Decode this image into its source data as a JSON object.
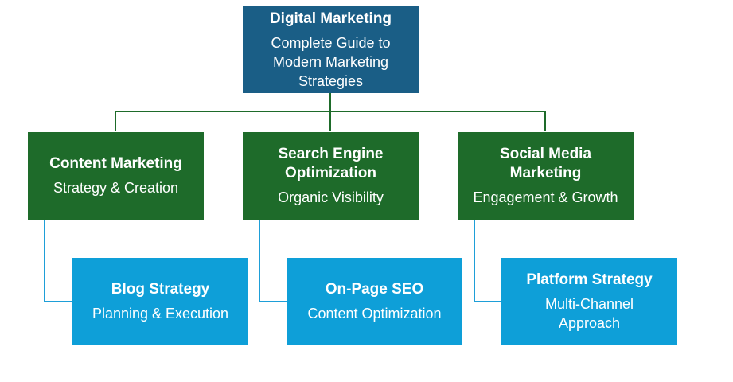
{
  "colors": {
    "root": "#1A5E86",
    "level1": "#1E6B2A",
    "level2": "#0E9FD8",
    "connector_top": "#1E6B2A",
    "connector_bottom": "#1E9FD8"
  },
  "root": {
    "title": "Digital Marketing",
    "subtitle": "Complete Guide to Modern Marketing Strategies"
  },
  "categories": [
    {
      "title": "Content Marketing",
      "subtitle": "Strategy & Creation",
      "child": {
        "title": "Blog Strategy",
        "subtitle": "Planning & Execution"
      }
    },
    {
      "title": "Search Engine Optimization",
      "subtitle": "Organic Visibility",
      "child": {
        "title": "On-Page SEO",
        "subtitle": "Content Optimization"
      }
    },
    {
      "title": "Social Media Marketing",
      "subtitle": "Engagement & Growth",
      "child": {
        "title": "Platform Strategy",
        "subtitle": "Multi-Channel Approach"
      }
    }
  ]
}
